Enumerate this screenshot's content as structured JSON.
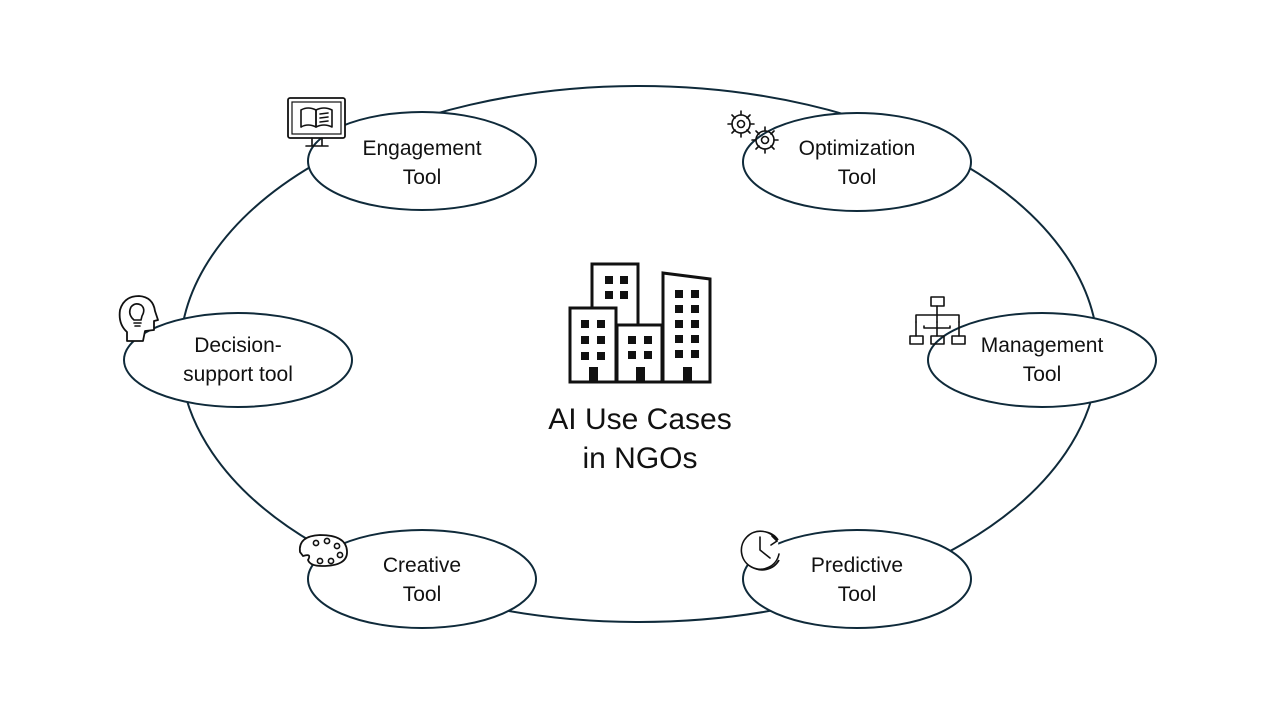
{
  "center": {
    "title_line1": "AI Use Cases",
    "title_line2": "in NGOs",
    "icon": "office-buildings-icon"
  },
  "nodes": [
    {
      "id": "engagement",
      "line1": "Engagement",
      "line2": "Tool",
      "icon": "monitor-book-icon"
    },
    {
      "id": "optimization",
      "line1": "Optimization",
      "line2": "Tool",
      "icon": "gears-icon"
    },
    {
      "id": "management",
      "line1": "Management",
      "line2": "Tool",
      "icon": "org-chart-icon"
    },
    {
      "id": "predictive",
      "line1": "Predictive",
      "line2": "Tool",
      "icon": "clock-icon"
    },
    {
      "id": "creative",
      "line1": "Creative",
      "line2": "Tool",
      "icon": "paint-palette-icon"
    },
    {
      "id": "decision",
      "line1": "Decision-",
      "line2": "support tool",
      "icon": "head-lightbulb-icon"
    }
  ],
  "colors": {
    "outline": "#0f2a3a",
    "text": "#111111",
    "background": "#ffffff"
  }
}
